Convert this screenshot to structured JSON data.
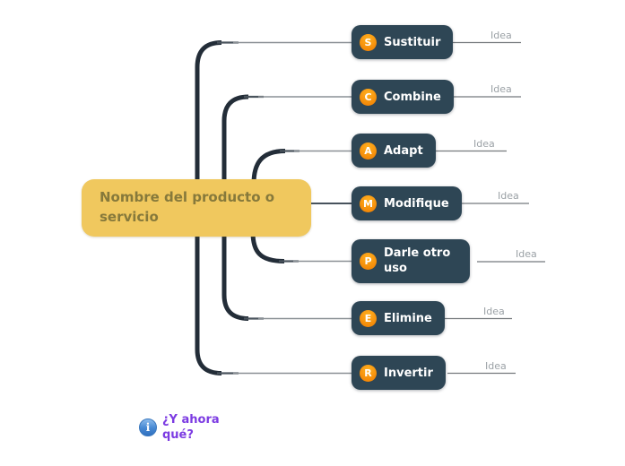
{
  "diagram": {
    "central_node": {
      "label": "Nombre del producto o servicio"
    },
    "branches": [
      {
        "letter": "S",
        "label": "Sustituir",
        "idea_label": "Idea"
      },
      {
        "letter": "C",
        "label": "Combine",
        "idea_label": "Idea"
      },
      {
        "letter": "A",
        "label": "Adapt",
        "idea_label": "Idea"
      },
      {
        "letter": "M",
        "label": "Modifique",
        "idea_label": "Idea"
      },
      {
        "letter": "P",
        "label": "Darle otro uso",
        "idea_label": "Idea"
      },
      {
        "letter": "E",
        "label": "Elimine",
        "idea_label": "Idea"
      },
      {
        "letter": "R",
        "label": "Invertir",
        "idea_label": "Idea"
      }
    ],
    "footer": {
      "label": "¿Y ahora qué?",
      "icon": "info-icon",
      "icon_glyph": "i"
    }
  },
  "colors": {
    "central_bg": "#F0C85E",
    "central_text": "#86793B",
    "node_bg": "#2E4655",
    "node_text": "#FFFFFF",
    "badge_orange": "#F68B1F",
    "idea_text": "#9BA1A6",
    "connector_dark": "#232D38",
    "connector_thin": "#8A9095",
    "footer_text": "#7C3BE2",
    "info_icon_blue": "#3E7FCB"
  }
}
